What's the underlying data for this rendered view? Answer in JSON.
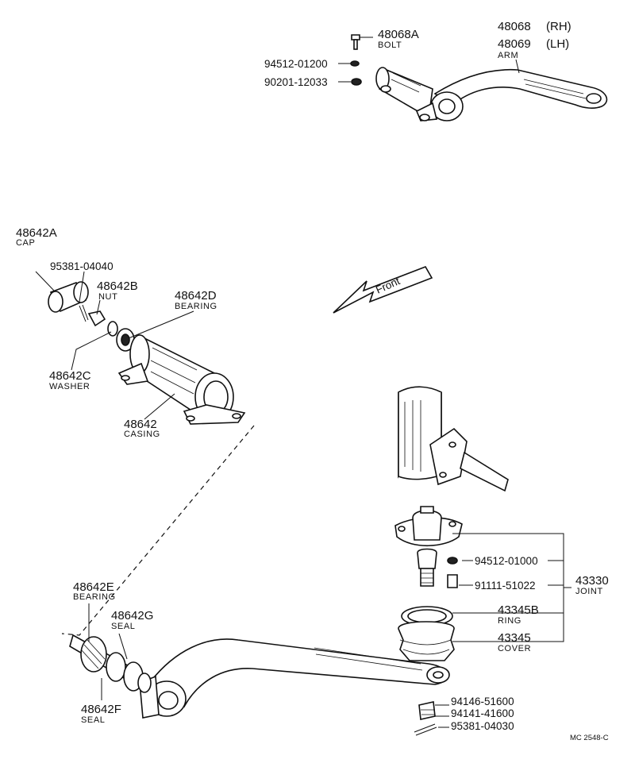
{
  "arrow_label": "Front",
  "footer_code": "MC 2548-C",
  "callouts": {
    "bolt": {
      "num": "48068A",
      "name": "BOLT"
    },
    "arm_rh": {
      "num": "48068",
      "side": "(RH)"
    },
    "arm_lh": {
      "num": "48069",
      "side": "(LH)",
      "name": "ARM"
    },
    "p1": {
      "num": "94512-01200"
    },
    "p2": {
      "num": "90201-12033"
    },
    "cap": {
      "num": "48642A",
      "name": "CAP"
    },
    "pin1": {
      "num": "95381-04040"
    },
    "nut": {
      "num": "48642B",
      "name": "NUT"
    },
    "bearing_d": {
      "num": "48642D",
      "name": "BEARING"
    },
    "washer": {
      "num": "48642C",
      "name": "WASHER"
    },
    "casing": {
      "num": "48642",
      "name": "CASING"
    },
    "bearing_e": {
      "num": "48642E",
      "name": "BEARING"
    },
    "seal_g": {
      "num": "48642G",
      "name": "SEAL"
    },
    "seal_f": {
      "num": "48642F",
      "name": "SEAL"
    },
    "w1": {
      "num": "94512-01000"
    },
    "b1": {
      "num": "91111-51022"
    },
    "joint": {
      "num": "43330",
      "name": "JOINT"
    },
    "ring": {
      "num": "43345B",
      "name": "RING"
    },
    "cover": {
      "num": "43345",
      "name": "COVER"
    },
    "n1": {
      "num": "94146-51600"
    },
    "n2": {
      "num": "94141-41600"
    },
    "pin2": {
      "num": "95381-04030"
    }
  }
}
